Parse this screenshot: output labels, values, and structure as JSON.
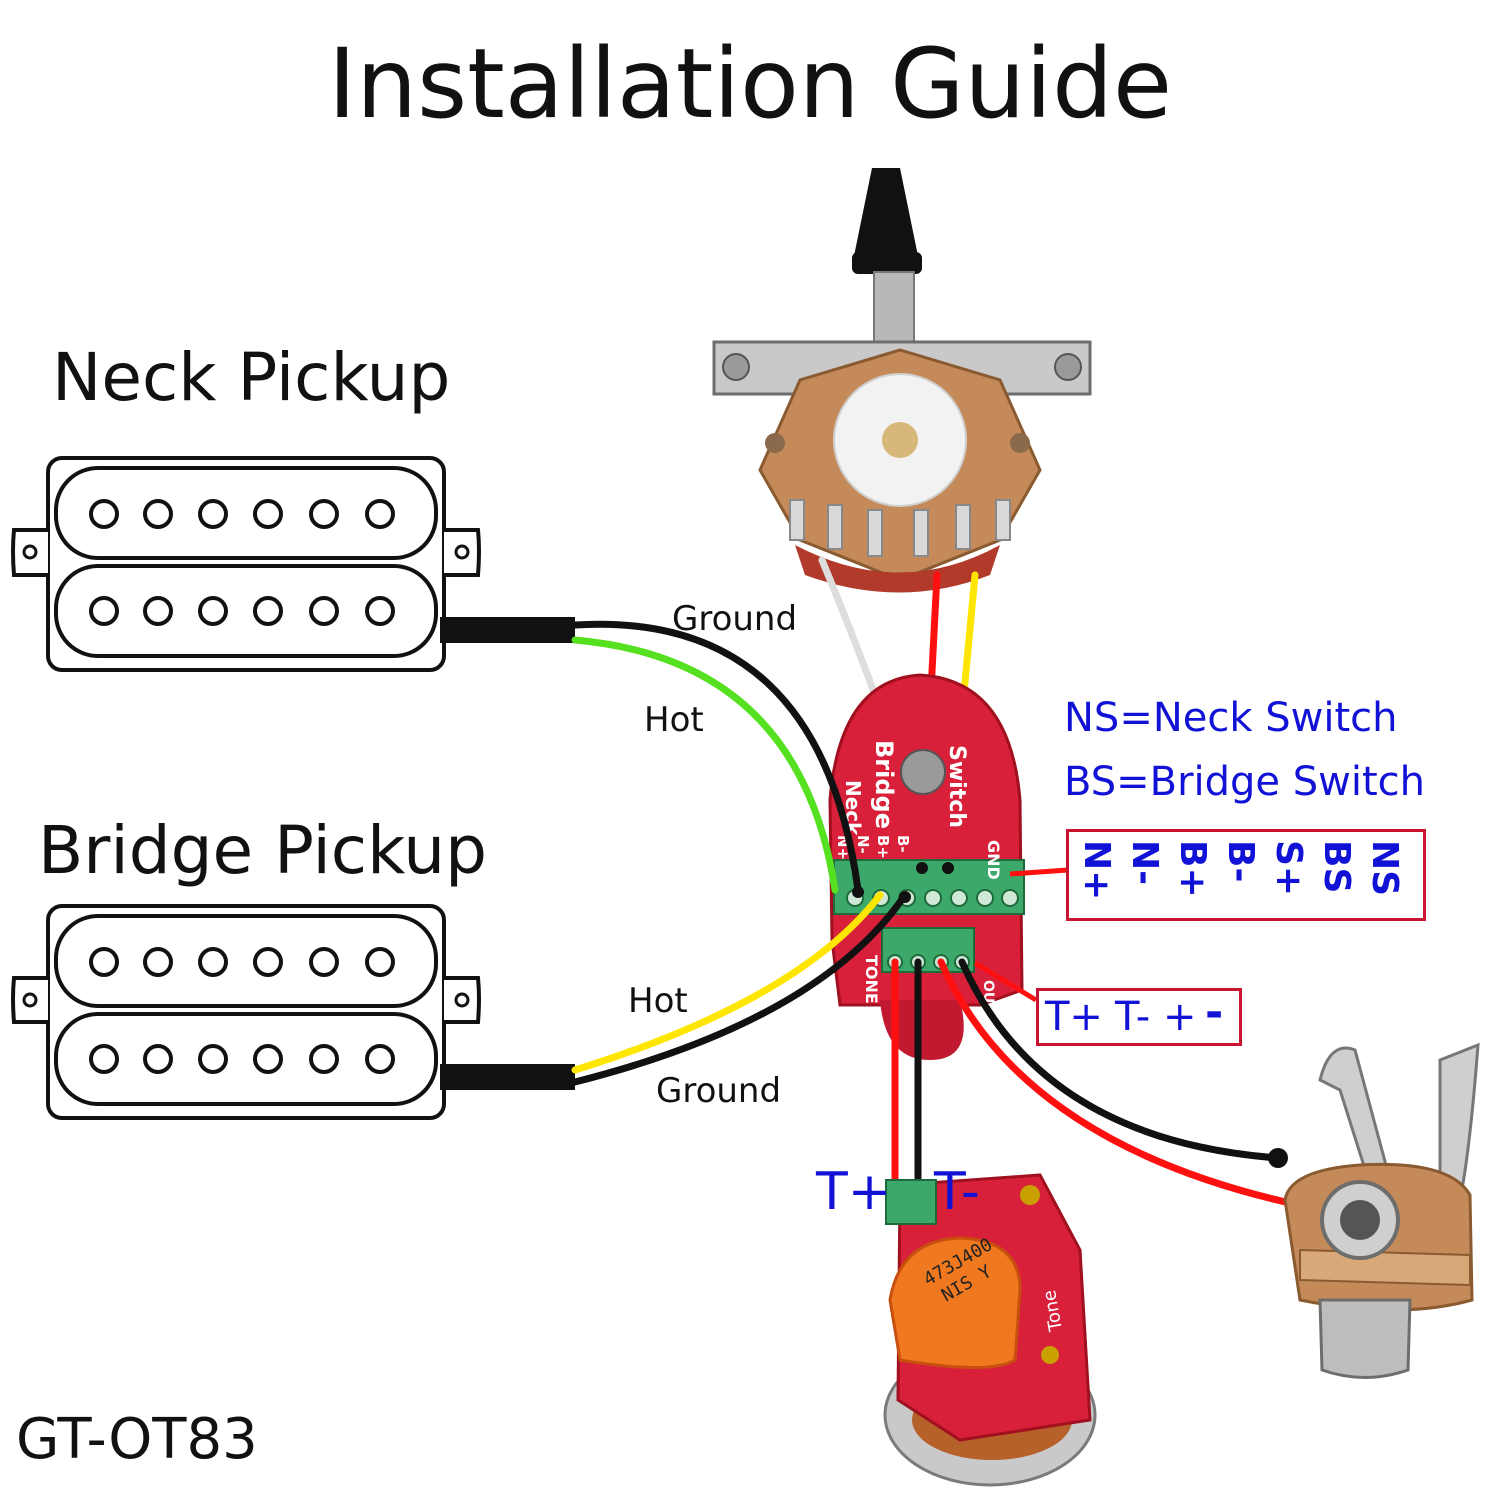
{
  "title": "Installation Guide",
  "neck_pickup": {
    "label": "Neck Pickup"
  },
  "bridge_pickup": {
    "label": "Bridge Pickup"
  },
  "wires": {
    "neck_ground": "Ground",
    "neck_hot": "Hot",
    "bridge_hot": "Hot",
    "bridge_ground": "Ground"
  },
  "legend": {
    "ns": "NS=Neck Switch",
    "bs": "BS=Bridge Switch"
  },
  "terminals_main": [
    "N+",
    "N-",
    "B+",
    "B-",
    "S+",
    "BS",
    "NS"
  ],
  "terminals_out": {
    "t_plus": "T+",
    "t_minus": "T-",
    "plus": "+",
    "minus": "-"
  },
  "board_labels": {
    "bridge": "Bridge",
    "neck": "Neck",
    "switch": "Switch",
    "gnd": "GND",
    "tone": "TONE",
    "out": "OUT",
    "n_plus": "N+",
    "n_minus": "N-",
    "b_plus": "B+",
    "b_minus": "B-"
  },
  "tone_board": {
    "t_plus": "T+",
    "t_minus": "T-",
    "cap_line1": "473J400",
    "cap_line2": "NIS Y",
    "tone": "Tone"
  },
  "model": "GT-OT83",
  "colors": {
    "board_red": "#d8203a",
    "wire_red": "#ff1010",
    "wire_yellow": "#ffe600",
    "wire_green": "#55e020",
    "wire_black": "#111111",
    "wire_white": "#dddddd",
    "legend_blue": "#1212d6",
    "terminal_green": "#3ca86a",
    "switch_wafer": "#c58a5a",
    "capacitor_orange": "#f0781e"
  }
}
